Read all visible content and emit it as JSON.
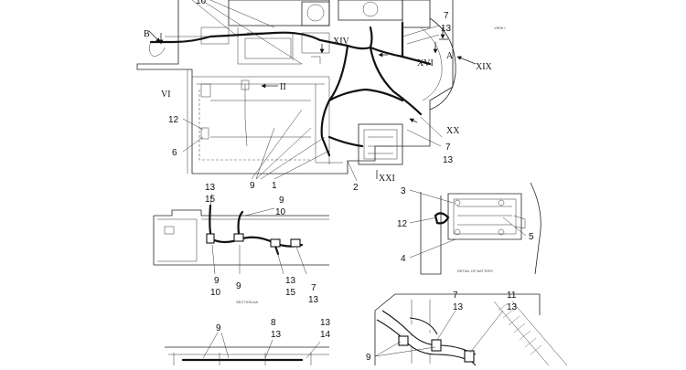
{
  "view_labels": {
    "view_i": "VIEW I",
    "section_aa": "SECTION AA",
    "detail_battery": "DETAIL OF BATTERY"
  },
  "roman": {
    "b": "B",
    "vi": "VI",
    "ii": "II",
    "xiv": "XIV",
    "xvi": "XVI",
    "a": "A",
    "xix": "XIX",
    "xx": "XX",
    "xxi": "XXI"
  },
  "callouts": {
    "top_left_10": "10",
    "top_7": "7",
    "top_13": "13",
    "left_12": "12",
    "left_6": "6",
    "main_9": "9",
    "main_1": "1",
    "main_2": "2",
    "mid_7": "7",
    "mid_13": "13",
    "sec_13": "13",
    "sec_15": "15",
    "sec_9a": "9",
    "sec_10a": "10",
    "sec_9b": "9",
    "sec_10b": "10",
    "sec_9c": "9",
    "sec_13b": "13",
    "sec_15b": "15",
    "sec_7": "7",
    "sec_13c": "13",
    "bat_3": "3",
    "bat_12": "12",
    "bat_4": "4",
    "bat_5": "5",
    "hose_7": "7",
    "hose_13": "13",
    "hose_11": "11",
    "hose_13b": "13",
    "hose_9": "9",
    "bot_9": "9",
    "bot_8": "8",
    "bot_13": "13",
    "bot_13b": "13",
    "bot_14": "14"
  }
}
